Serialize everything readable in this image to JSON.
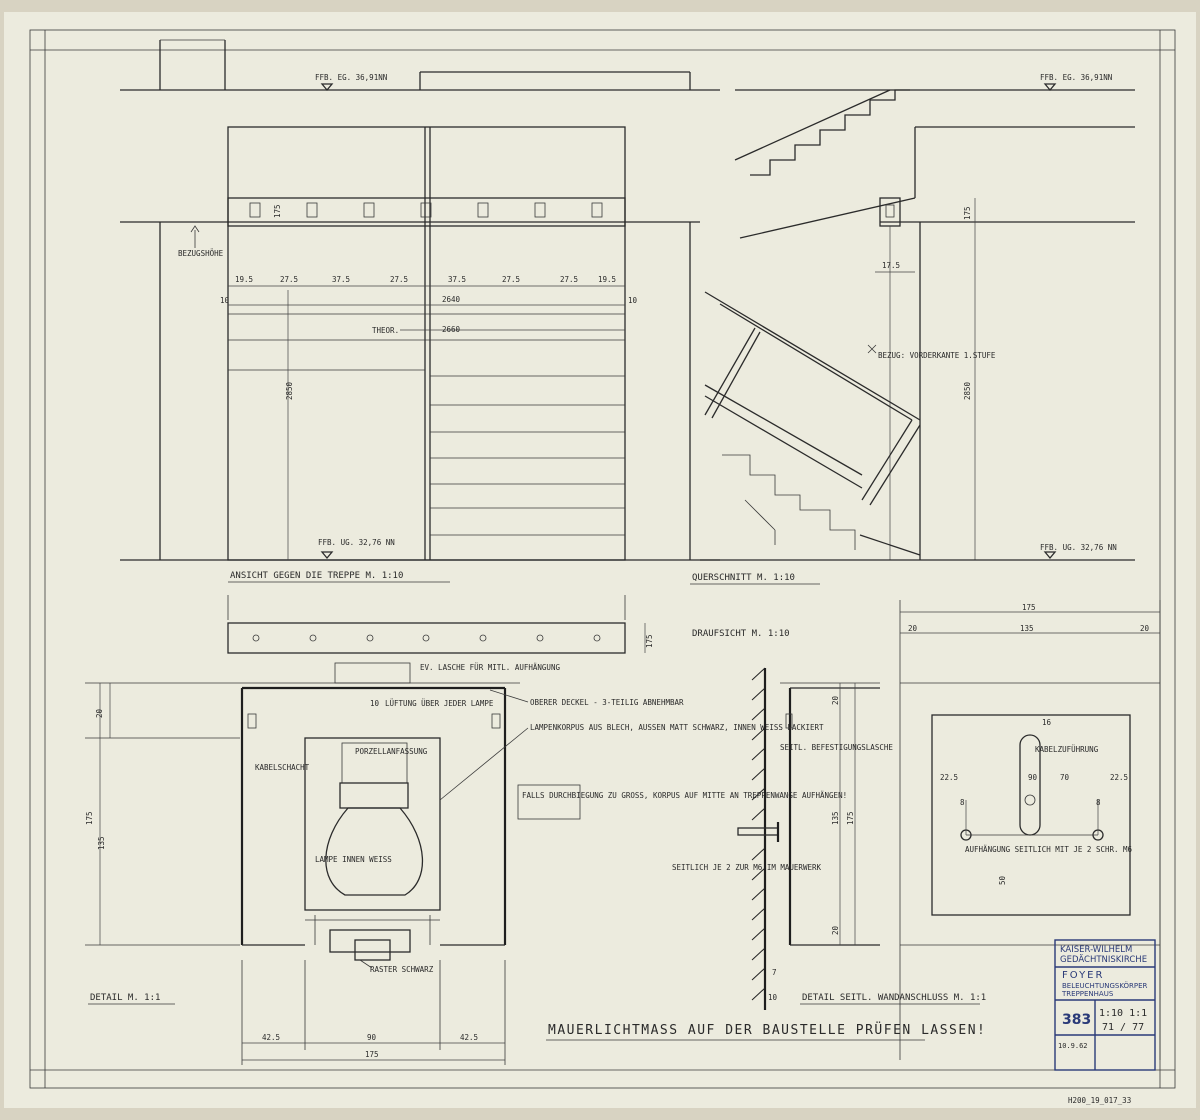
{
  "levels": {
    "top_left": "FFB. EG. 36,91NN",
    "top_right": "FFB. EG. 36,91NN",
    "bottom_left": "FFB. UG. 32,76 NN",
    "bottom_right": "FFB. UG. 32,76 NN"
  },
  "elevation": {
    "title": "ANSICHT GEGEN DIE TREPPE  M. 1:10",
    "bezug": "BEZUGSHÖHE",
    "height_175": "175",
    "spacing": [
      "19.5",
      "27.5",
      "37.5",
      "27.5",
      "37.5",
      "27.5",
      "27.5",
      "19.5"
    ],
    "left_10": "10",
    "right_10": "10",
    "width_2640": "2640",
    "theor": "THEOR.",
    "width_2660": "2660",
    "height_2850": "2850"
  },
  "section": {
    "title": "QUERSCHNITT  M. 1:10",
    "dim_175": "17.5",
    "dim_top": "175",
    "height": "2850",
    "bezug_note": "BEZUG: VORDERKANTE 1.STUFE"
  },
  "plan": {
    "title": "DRAUFSICHT  M. 1:10",
    "dim": "175",
    "note_top": "EV. LASCHE FÜR MITL. AUFHÄNGUNG"
  },
  "detail": {
    "title": "DETAIL  M. 1:1",
    "notes": {
      "deckel": "OBERER DECKEL - 3-TEILIG ABNEHMBAR",
      "lueftung": "LÜFTUNG ÜBER JEDER LAMPE",
      "korpus": "LAMPENKORPUS AUS BLECH, AUSSEN MATT SCHWARZ, INNEN WEISS LACKIERT",
      "fassung": "PORZELLANFASSUNG",
      "kabel": "KABELSCHACHT",
      "lampe": "LAMPE INNEN WEISS",
      "raster": "RASTER SCHWARZ",
      "durchbiegung": "FALLS DURCHBIEGUNG ZU GROSS, KORPUS AUF MITTE AN TREPPENWANGE AUFHÄNGEN!"
    },
    "dims": {
      "top_10": "10",
      "left_20": "20",
      "left_175": "175",
      "left_135": "135",
      "bot_425a": "42.5",
      "bot_90": "90",
      "bot_425b": "42.5",
      "bot_175": "175"
    }
  },
  "wall_detail": {
    "title": "DETAIL SEITL. WANDANSCHLUSS  M. 1:1",
    "befestigung": "SEITL. BEFESTIGUNGSLASCHE",
    "seitlich": "SEITLICH JE 2 ZUR M6 IM MAUERWERK",
    "dims": [
      "20",
      "135",
      "175",
      "20",
      "7",
      "10"
    ]
  },
  "front_detail": {
    "dims_top": [
      "175",
      "20",
      "135",
      "20"
    ],
    "kabel": "KABELZUFÜHRUNG",
    "aufhaengung": "AUFHÄNGUNG SEITLICH MIT JE 2 SCHR. M6",
    "dims_inner": [
      "16",
      "22.5",
      "90",
      "70",
      "22.5",
      "8",
      "8",
      "50"
    ]
  },
  "main_note": "MAUERLICHTMASS AUF DER BAUSTELLE PRÜFEN LASSEN!",
  "stamp": {
    "line1": "KAISER-WILHELM",
    "line2": "GEDÄCHTNISKIRCHE",
    "project": "FOYER",
    "sub1": "BELEUCHTUNGSKÖRPER",
    "sub2": "TREPPENHAUS",
    "number": "383",
    "scale": "1:10 1:1",
    "sheet": "71 / 77",
    "date": "10.9.62"
  },
  "archive": "H200_19_017_33",
  "colors": {
    "paper": "#eceadc",
    "ink": "#2b2b2b",
    "stamp": "#2a3a78"
  }
}
